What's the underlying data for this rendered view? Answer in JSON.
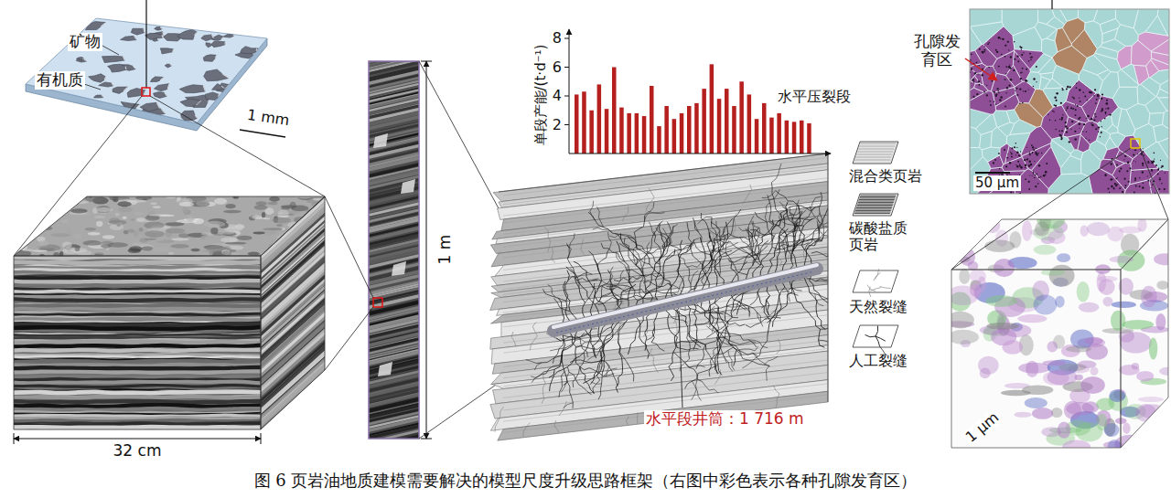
{
  "diagram": {
    "caption": "图 6 页岩油地质建模需要解决的模型尺度升级思路框架（右图中彩色表示各种孔隙发育区）",
    "labels": [
      "矿物",
      "有机质",
      "1 mm",
      "32 cm",
      "1 m",
      "8",
      "6",
      "4",
      "2",
      "单段产能/(t·d⁻¹)",
      "水平压裂段",
      "水平段井筒：1 716 m",
      "孔隙发育区",
      "50 μm",
      "1 μm"
    ],
    "legend": [
      {
        "text": "混合类页岩"
      },
      {
        "text": "碳酸盐质页岩"
      },
      {
        "text": "天然裂缝"
      },
      {
        "text": "人工裂缝"
      }
    ]
  }
}
